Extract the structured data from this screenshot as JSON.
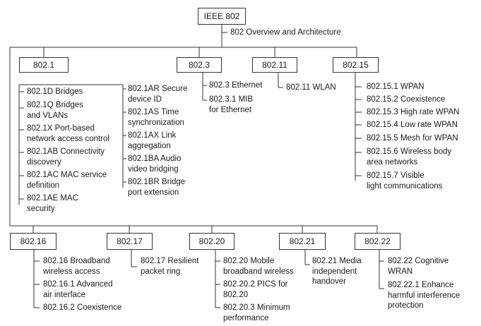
{
  "root": {
    "title": "IEEE 802",
    "overview": "802 Overview and Architecture"
  },
  "groups": {
    "g8021": {
      "title": "802.1",
      "left": [
        "802.1D Bridges",
        "802.1Q Bridges\nand VLANs",
        "802.1X Port-based\nnetwork access control",
        "802.1AB Connectivity\ndiscovery",
        "802.1AC MAC service\ndefinition",
        "802.1AE MAC\nsecurity"
      ],
      "right": [
        "802.1AR Secure\ndevice ID",
        "802.1AS Time\nsynchronization",
        "802.1AX Link\naggregation",
        "802.1BA Audio\nvideo bridging",
        "802.1BR Bridge\nport extension"
      ]
    },
    "g8023": {
      "title": "802.3",
      "items": [
        "802.3 Ethernet",
        "802.3.1 MIB\nfor Ethernet"
      ]
    },
    "g80211": {
      "title": "802.11",
      "items": [
        "802.11 WLAN"
      ]
    },
    "g80215": {
      "title": "802.15",
      "items": [
        "802.15.1 WPAN",
        "802.15.2 Coexistence",
        "802.15.3 High rate WPAN",
        "802.15.4 Low rate WPAN",
        "802.15.5 Mesh for WPAN",
        "802.15.6 Wireless body\narea networks",
        "802.15.7 Visible\nlight communications"
      ]
    },
    "g80216": {
      "title": "802.16",
      "items": [
        "802.16 Broadband\nwireless access",
        "802.16.1 Advanced\nair interface",
        "802.16.2 Coexistence"
      ]
    },
    "g80217": {
      "title": "802.17",
      "items": [
        "802.17 Resilient\npacket ring"
      ]
    },
    "g80220": {
      "title": "802.20",
      "items": [
        "802.20 Mobile\nbroadband wireless",
        "802.20.2 PICS for\n802.20",
        "802.20.3 Minimum\nperformance"
      ]
    },
    "g80221": {
      "title": "802.21",
      "items": [
        "802.21 Media\nindependent\nhandover"
      ]
    },
    "g80222": {
      "title": "802.22",
      "items": [
        "802.22 Cognitive\nWRAN",
        "802.22.1 Enhance\nharmful interference\nprotection"
      ]
    }
  }
}
